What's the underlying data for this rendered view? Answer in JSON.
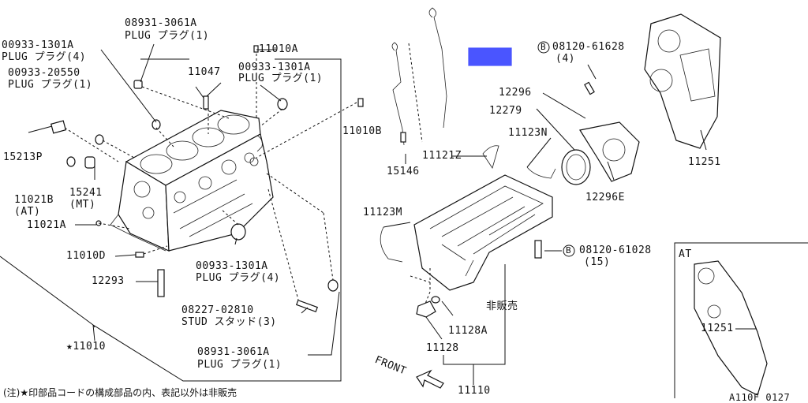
{
  "labels": {
    "p08931_3061a_top": "08931-3061A",
    "plug1_top": "PLUG プラグ(1)",
    "p00933_1301a_left": "00933-1301A",
    "plug4_left": "PLUG プラグ(4)",
    "p00933_20550": "00933-20550",
    "plug1_left": "PLUG プラグ(1)",
    "p11010a": "11010A",
    "p11047": "11047",
    "p00933_1301a_mid": "00933-1301A",
    "plug1_mid": "PLUG プラグ(1)",
    "p15213p": "15213P",
    "p11021b": "11021B",
    "at": "(AT)",
    "p15241": "15241",
    "mt": "(MT)",
    "p11021a": "11021A",
    "p11010d": "11010D",
    "p12293": "12293",
    "p00933_1301a_low": "00933-1301A",
    "plug4_low": "PLUG プラグ(4)",
    "p08227_02810": "08227-02810",
    "stud3": "STUD スタッド(3)",
    "p08931_3061a_bot": "08931-3061A",
    "plug1_bot": "PLUG プラグ(1)",
    "p11010": "★11010",
    "p11010b": "11010B",
    "p15146": "15146",
    "p11121z": "11121Z",
    "p08120_61628": "08120-61628",
    "qty4": "(4)",
    "b_mark": "B",
    "p12296": "12296",
    "p12279": "12279",
    "p11123n": "11123N",
    "p12296e": "12296E",
    "p11251": "11251",
    "p11123m": "11123M",
    "p08120_61028": "08120-61028",
    "qty15": "(15)",
    "hihanbai": "非販売",
    "p11128a": "11128A",
    "p11128": "11128",
    "p11110": "11110",
    "front": "FRONT",
    "at_box": "AT",
    "p11251_at": "11251",
    "footnote": "(注)★印部品コードの構成部品の内、表記以外は非販売",
    "diagram_code": "A110F 0127"
  },
  "colors": {
    "line": "#111111",
    "highlight": "#4a55ff"
  }
}
